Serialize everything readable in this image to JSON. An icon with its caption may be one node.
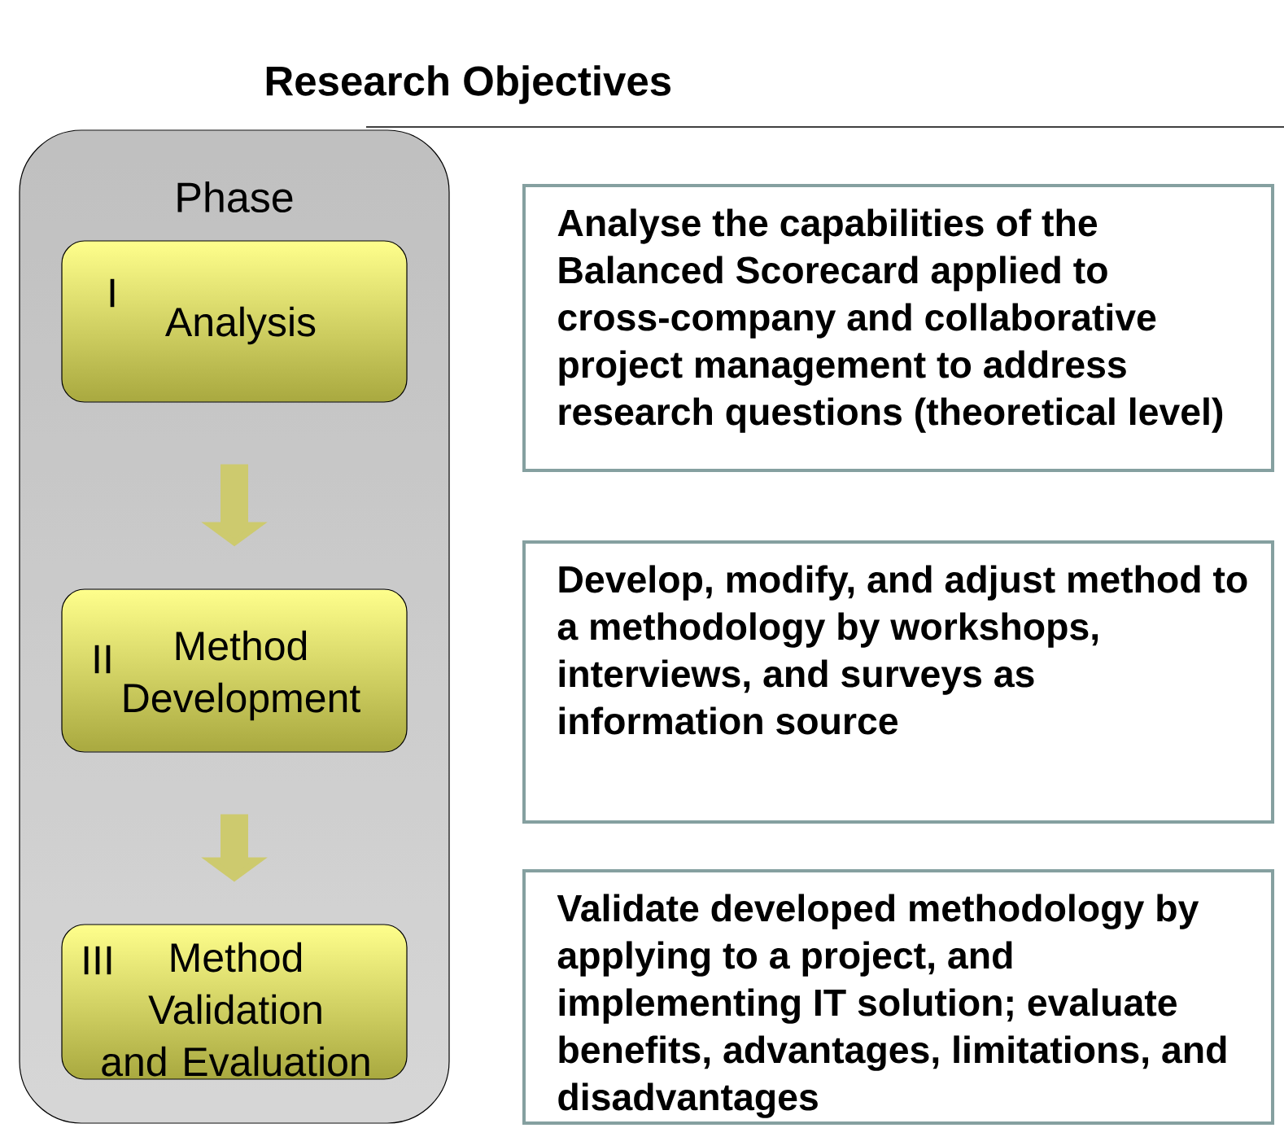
{
  "diagram": {
    "title": "Research Objectives",
    "nodes": [
      {
        "text": [
          "Phase"
        ]
      },
      {
        "text": [
          "I",
          "Analysis"
        ],
        "in": 0
      },
      {
        "text": [
          "II",
          "Method Development"
        ],
        "in": 0
      },
      {
        "text": [
          "III",
          "Method Validation and Evaluation"
        ],
        "in": 0
      },
      {
        "text": [
          "Analyse the capabilities of the Balanced Scorecard applied to cross-company and collaborative project management to address research questions (theoretical level)"
        ]
      },
      {
        "text": [
          "Develop, modify, and adjust method to a methodology by workshops, interviews, and surveys as information source"
        ]
      },
      {
        "text": [
          "Validate developed methodology by applying to a project, and implementing IT solution; evaluate benefits, advantages, limitations, and disadvantages"
        ]
      }
    ],
    "edges": [
      {
        "from": 1,
        "to": 2,
        "arrow": "to"
      },
      {
        "from": 2,
        "to": 3,
        "arrow": "to"
      }
    ]
  }
}
